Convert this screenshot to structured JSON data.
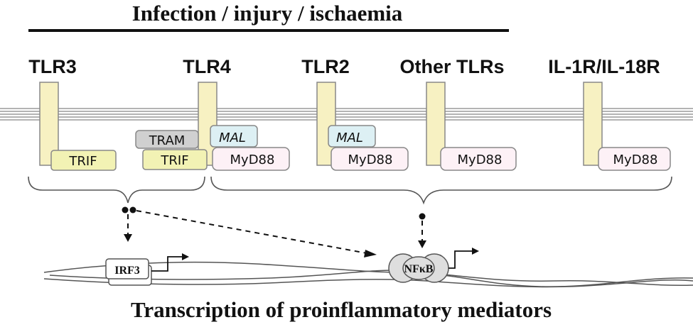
{
  "title": "Infection / injury / ischaemia",
  "receptors": {
    "tlr3": "TLR3",
    "tlr4": "TLR4",
    "tlr2": "TLR2",
    "other_tlrs": "Other TLRs",
    "il1r": "IL-1R/IL-18R"
  },
  "adaptors": {
    "trif": "TRIF",
    "tram": "TRAM",
    "mal": "MAL",
    "myd88": "MyD88"
  },
  "transcription_factors": {
    "irf3": "IRF3",
    "nfkb": "NFκB"
  },
  "footer": "Transcription of proinflammatory mediators",
  "colors": {
    "receptor_fill": "#f7f1c2",
    "trif_fill": "#f2f2b4",
    "tram_fill": "#d0d0d0",
    "mal_fill": "#ddf0f4",
    "myd88_fill": "#fdf1f6",
    "membrane": "#9a9a9a",
    "nfkb_fill": "#dedede"
  }
}
